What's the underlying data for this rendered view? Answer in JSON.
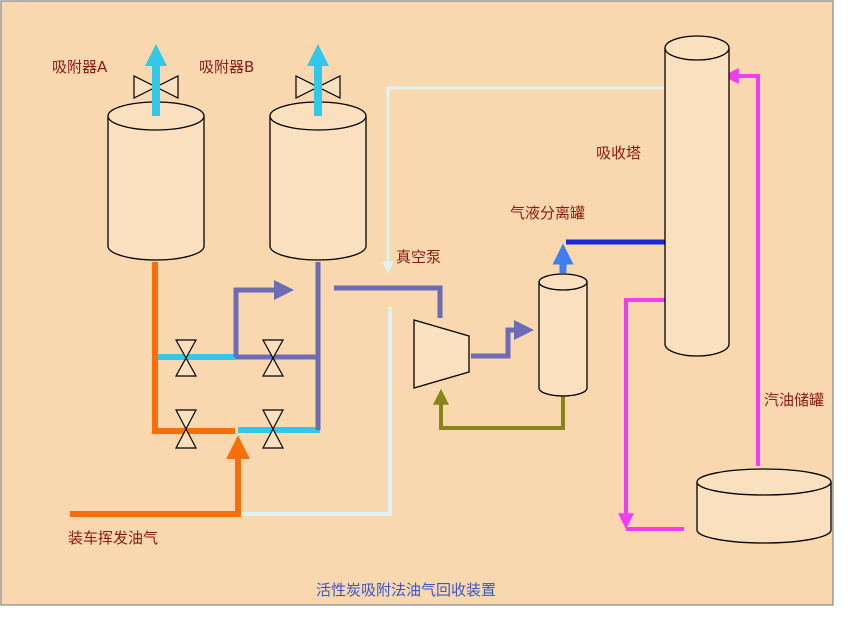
{
  "title": "活性炭吸附法油气回收装置",
  "labels": {
    "adsorber_a": "吸附器A",
    "adsorber_b": "吸附器B",
    "absorption_tower": "吸收塔",
    "separator": "气液分离罐",
    "vacuum_pump": "真空泵",
    "gasoline_tank": "汽油储罐",
    "loading_vapor": "装车挥发油气"
  },
  "colors": {
    "background": "#f9d8af",
    "border": "#9a9a9a",
    "vessel_fill": "#fbe0bf",
    "loading_line": "#f76f0a",
    "cyan_line": "#33c7e9",
    "purple_line": "#6b6bb6",
    "pale_line": "#dff4f2",
    "olive_line": "#868618",
    "blue_line": "#1a2bd6",
    "magenta_line": "#f23cf2",
    "arrow_blue": "#3d7ff0",
    "label": "#8b1a10",
    "caption": "#3a55c8"
  }
}
